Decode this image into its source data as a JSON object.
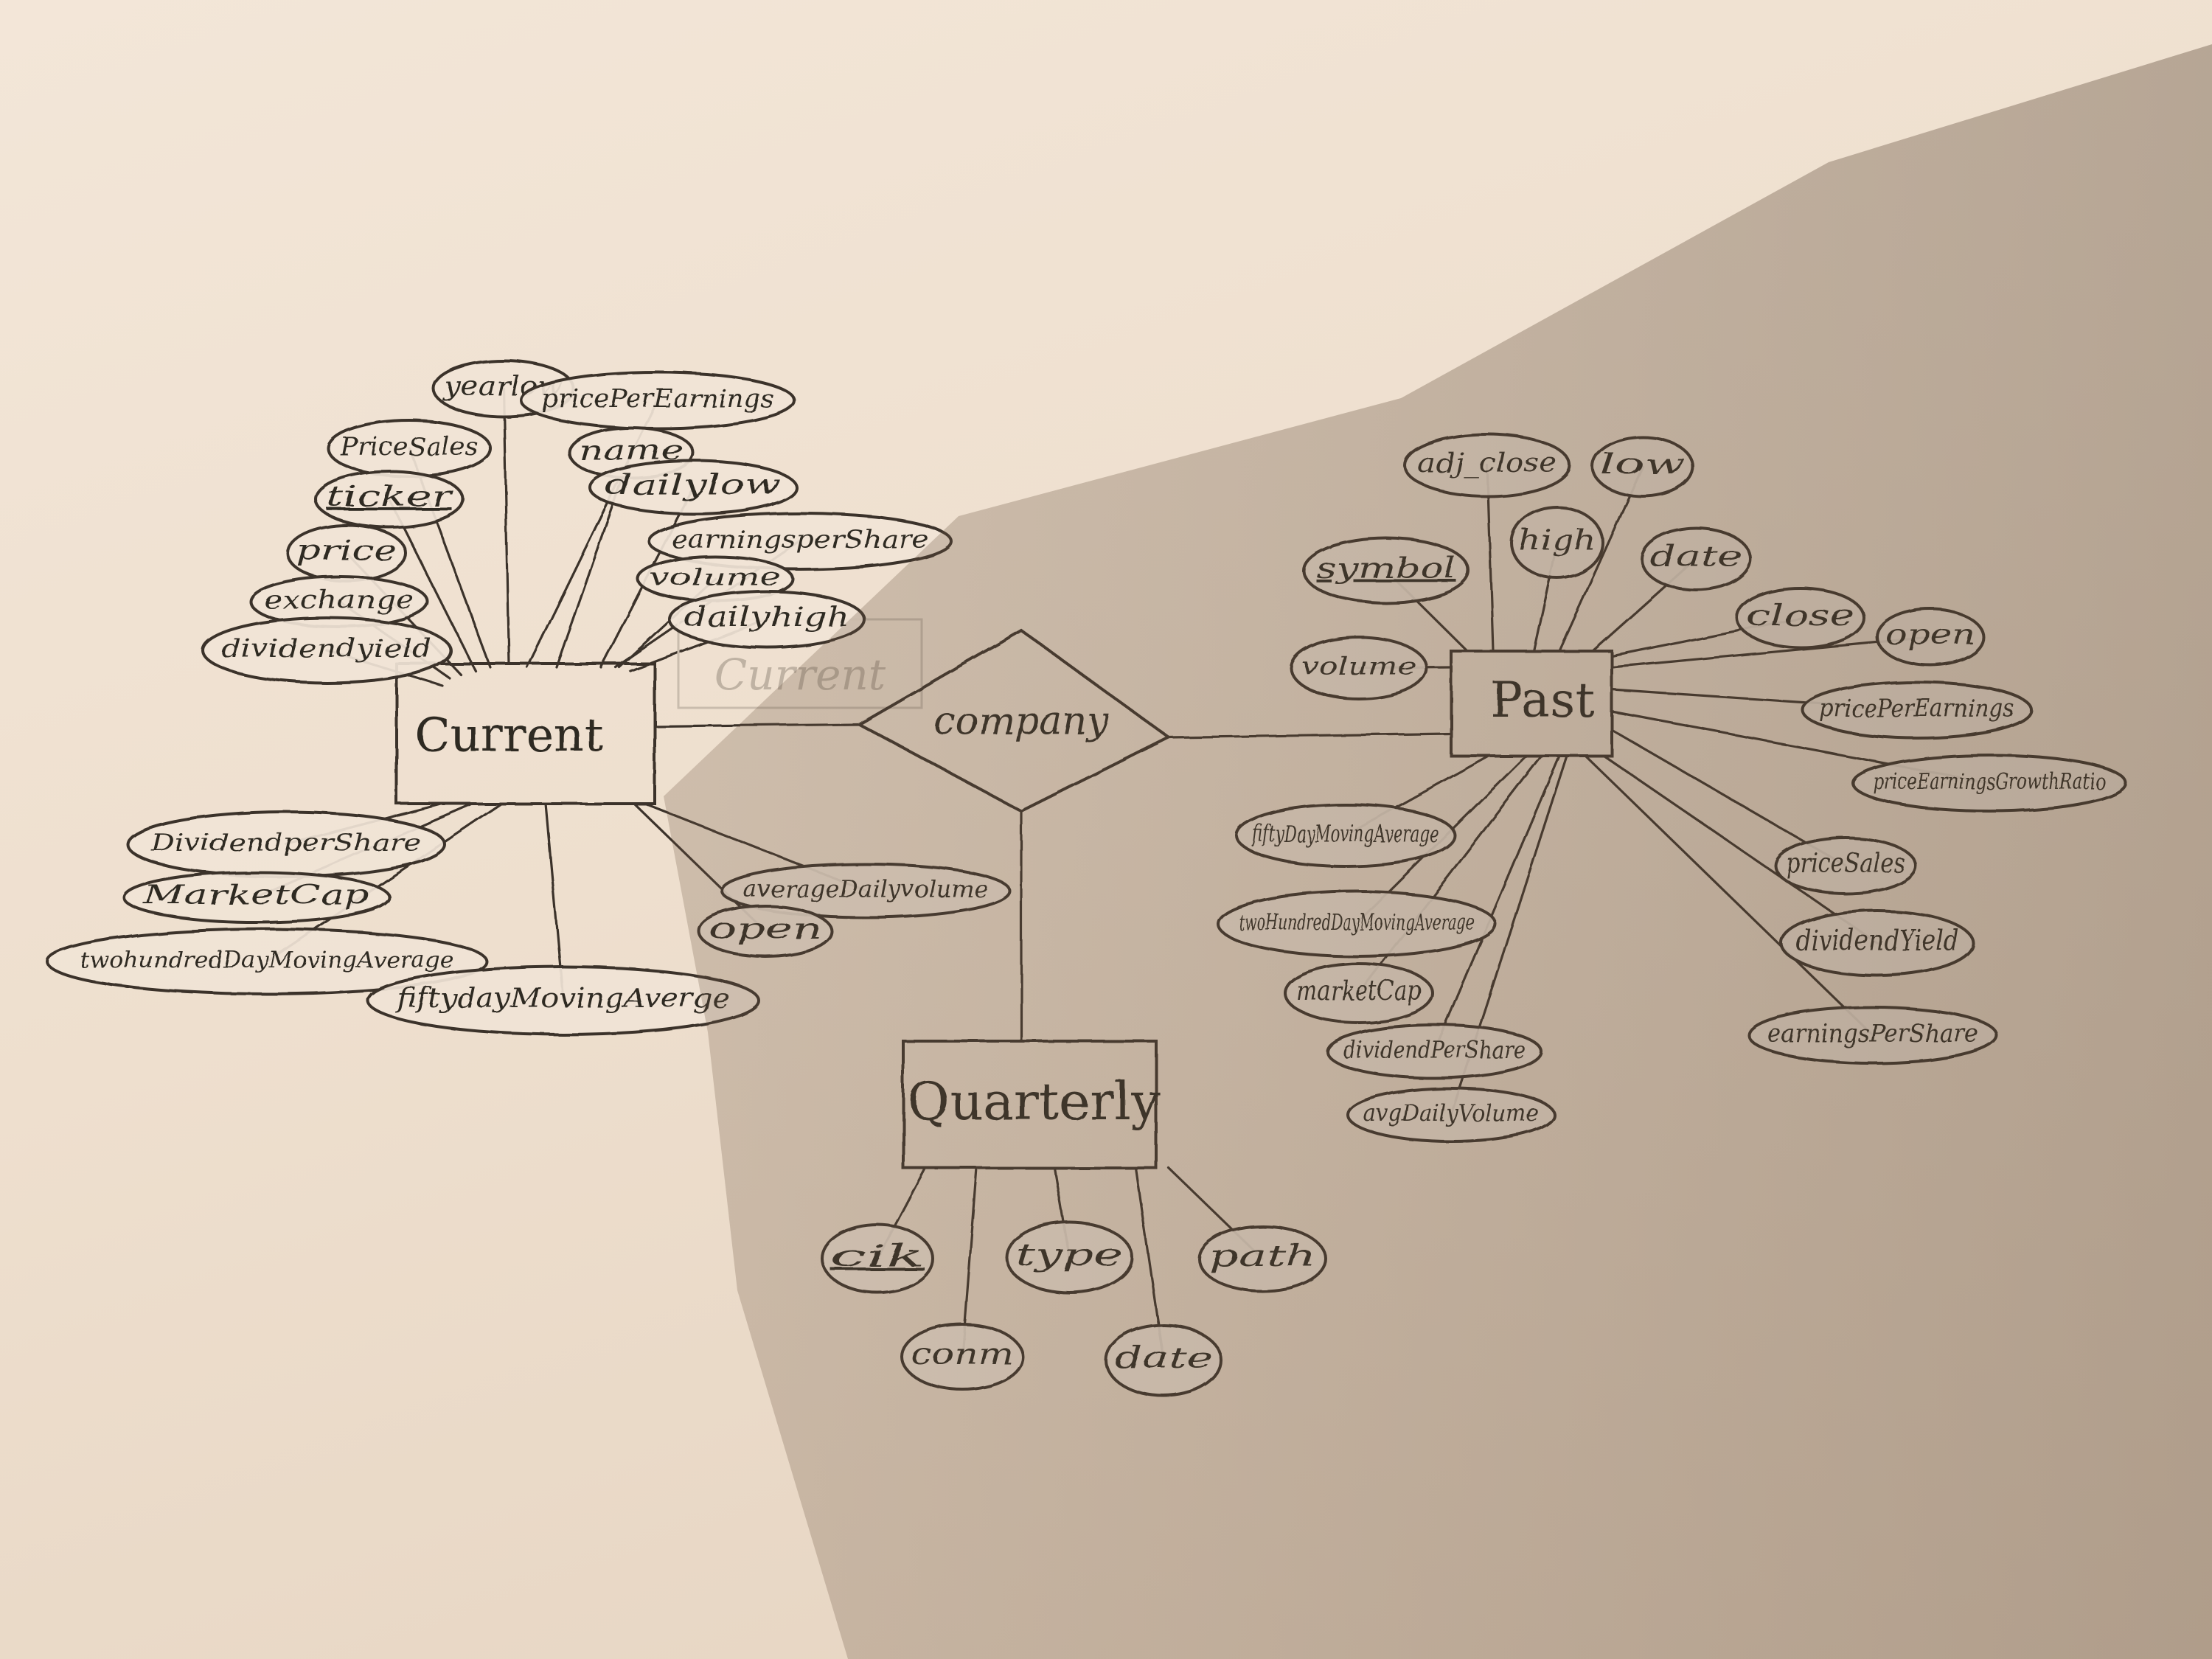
{
  "diagram": {
    "entities": [
      {
        "id": "current",
        "label": "Current"
      },
      {
        "id": "past",
        "label": "Past"
      },
      {
        "id": "quarterly",
        "label": "Quarterly"
      }
    ],
    "relationship": {
      "id": "company",
      "label": "company"
    },
    "ghost_text": "Current",
    "attributes": {
      "current": [
        "yearlow",
        "pricePerEarnings",
        "PriceSales",
        "name",
        "ticker",
        "dailylow",
        "price",
        "earningsperShare",
        "volume",
        "exchange",
        "dailyhigh",
        "dividendyield",
        "DividendperShare",
        "MarketCap",
        "twohundredDayMovingAverage",
        "fiftydayMovingAverge",
        "averageDailyvolume",
        "open"
      ],
      "past": [
        "adj_close",
        "low",
        "high",
        "date",
        "symbol",
        "close",
        "open",
        "volume",
        "pricePerEarnings",
        "priceEarningsGrowthRatio",
        "priceSales",
        "fiftyDayMovingAverage",
        "twoHundredDayMovingAverage",
        "dividendYield",
        "marketCap",
        "dividendPerShare",
        "earningsPerShare",
        "avgDailyVolume"
      ],
      "quarterly": [
        "cik",
        "type",
        "path",
        "conm",
        "date"
      ]
    },
    "keys": [
      "ticker",
      "symbol",
      "cik"
    ]
  }
}
